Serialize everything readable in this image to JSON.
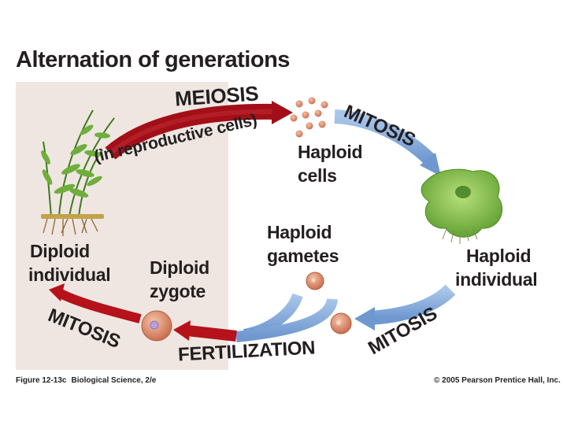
{
  "title": "Alternation of generations",
  "labels": {
    "meiosis": "MEIOSIS",
    "in_reproductive_cells": "(in reproductive cells)",
    "mitosis_top": "MITOSIS",
    "haploid_cells_1": "Haploid",
    "haploid_cells_2": "cells",
    "haploid_individual_1": "Haploid",
    "haploid_individual_2": "individual",
    "mitosis_right": "MITOSIS",
    "haploid_gametes_1": "Haploid",
    "haploid_gametes_2": "gametes",
    "fertilization": "FERTILIZATION",
    "diploid_zygote_1": "Diploid",
    "diploid_zygote_2": "zygote",
    "mitosis_left": "MITOSIS",
    "diploid_individual_1": "Diploid",
    "diploid_individual_2": "individual"
  },
  "footer": {
    "figure": "Figure 12-13c",
    "source": "Biological Science, 2/e",
    "copyright": "© 2005 Pearson Prentice Hall, Inc."
  },
  "colors": {
    "red_arrow": "#b5121b",
    "blue_arrow": "#7fa7d8",
    "cell": "#d98a6a",
    "plant_green": "#6fae3c",
    "panel_bg": "#efe6e1"
  }
}
